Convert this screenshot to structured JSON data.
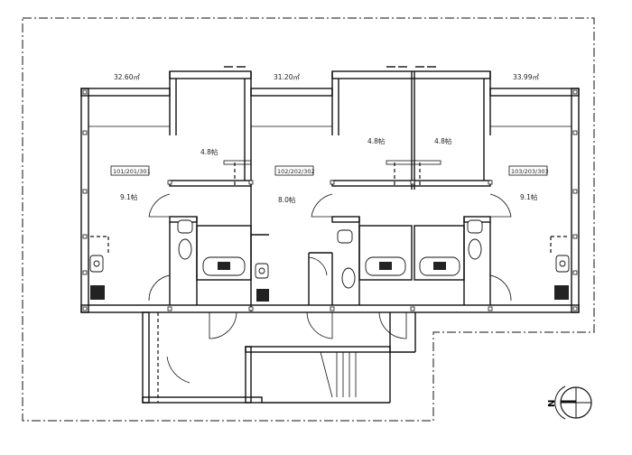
{
  "drawing": {
    "type": "apartment floor plan",
    "north_label": "N"
  },
  "units": [
    {
      "id": "unit-a",
      "unit_numbers": "101/201/301",
      "floor_area": "32.60㎡",
      "rooms": [
        {
          "name": "main-room",
          "size": "9.1帖"
        },
        {
          "name": "western-room",
          "size": "4.8帖"
        }
      ]
    },
    {
      "id": "unit-b",
      "unit_numbers": "102/202/302",
      "floor_area": "31.20㎡",
      "rooms": [
        {
          "name": "main-room",
          "size": "8.0帖"
        },
        {
          "name": "western-room",
          "size": "4.8帖"
        }
      ]
    },
    {
      "id": "unit-c",
      "unit_numbers": "103/203/303",
      "floor_area": "33.99㎡",
      "rooms": [
        {
          "name": "main-room",
          "size": "9.1帖"
        },
        {
          "name": "western-room",
          "size": "4.8帖"
        }
      ]
    }
  ],
  "colors": {
    "line": "#111111",
    "background": "#ffffff"
  }
}
